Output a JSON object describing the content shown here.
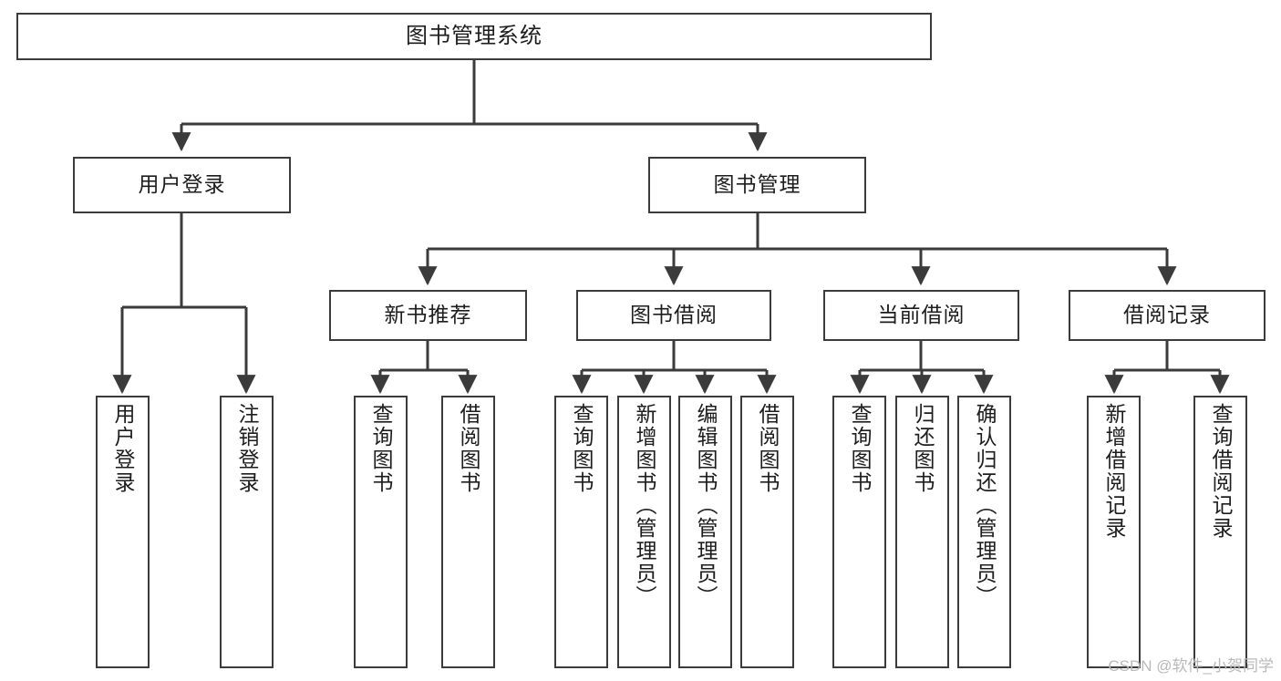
{
  "diagram": {
    "title": "图书管理系统",
    "watermark": "CSDN @软件_小贺同学",
    "stroke_color": "#3b3b3b",
    "text_color": "#1d1d1d",
    "background": "#ffffff",
    "nodes": {
      "root": "图书管理系统",
      "level2": {
        "user_login": "用户登录",
        "book_manage": "图书管理"
      },
      "level3": {
        "new_book_recommend": "新书推荐",
        "book_borrow": "图书借阅",
        "current_borrow": "当前借阅",
        "borrow_record": "借阅记录"
      },
      "leaves": {
        "user_login_1": "用户登录",
        "user_login_2": "注销登录",
        "new_book_1": "查询图书",
        "new_book_2": "借阅图书",
        "borrow_1": "查询图书",
        "borrow_2": "新增图书（管理员）",
        "borrow_3": "编辑图书（管理员）",
        "borrow_4": "借阅图书",
        "current_1": "查询图书",
        "current_2": "归还图书",
        "current_3": "确认归还（管理员）",
        "record_1": "新增借阅记录",
        "record_2": "查询借阅记录"
      }
    }
  }
}
